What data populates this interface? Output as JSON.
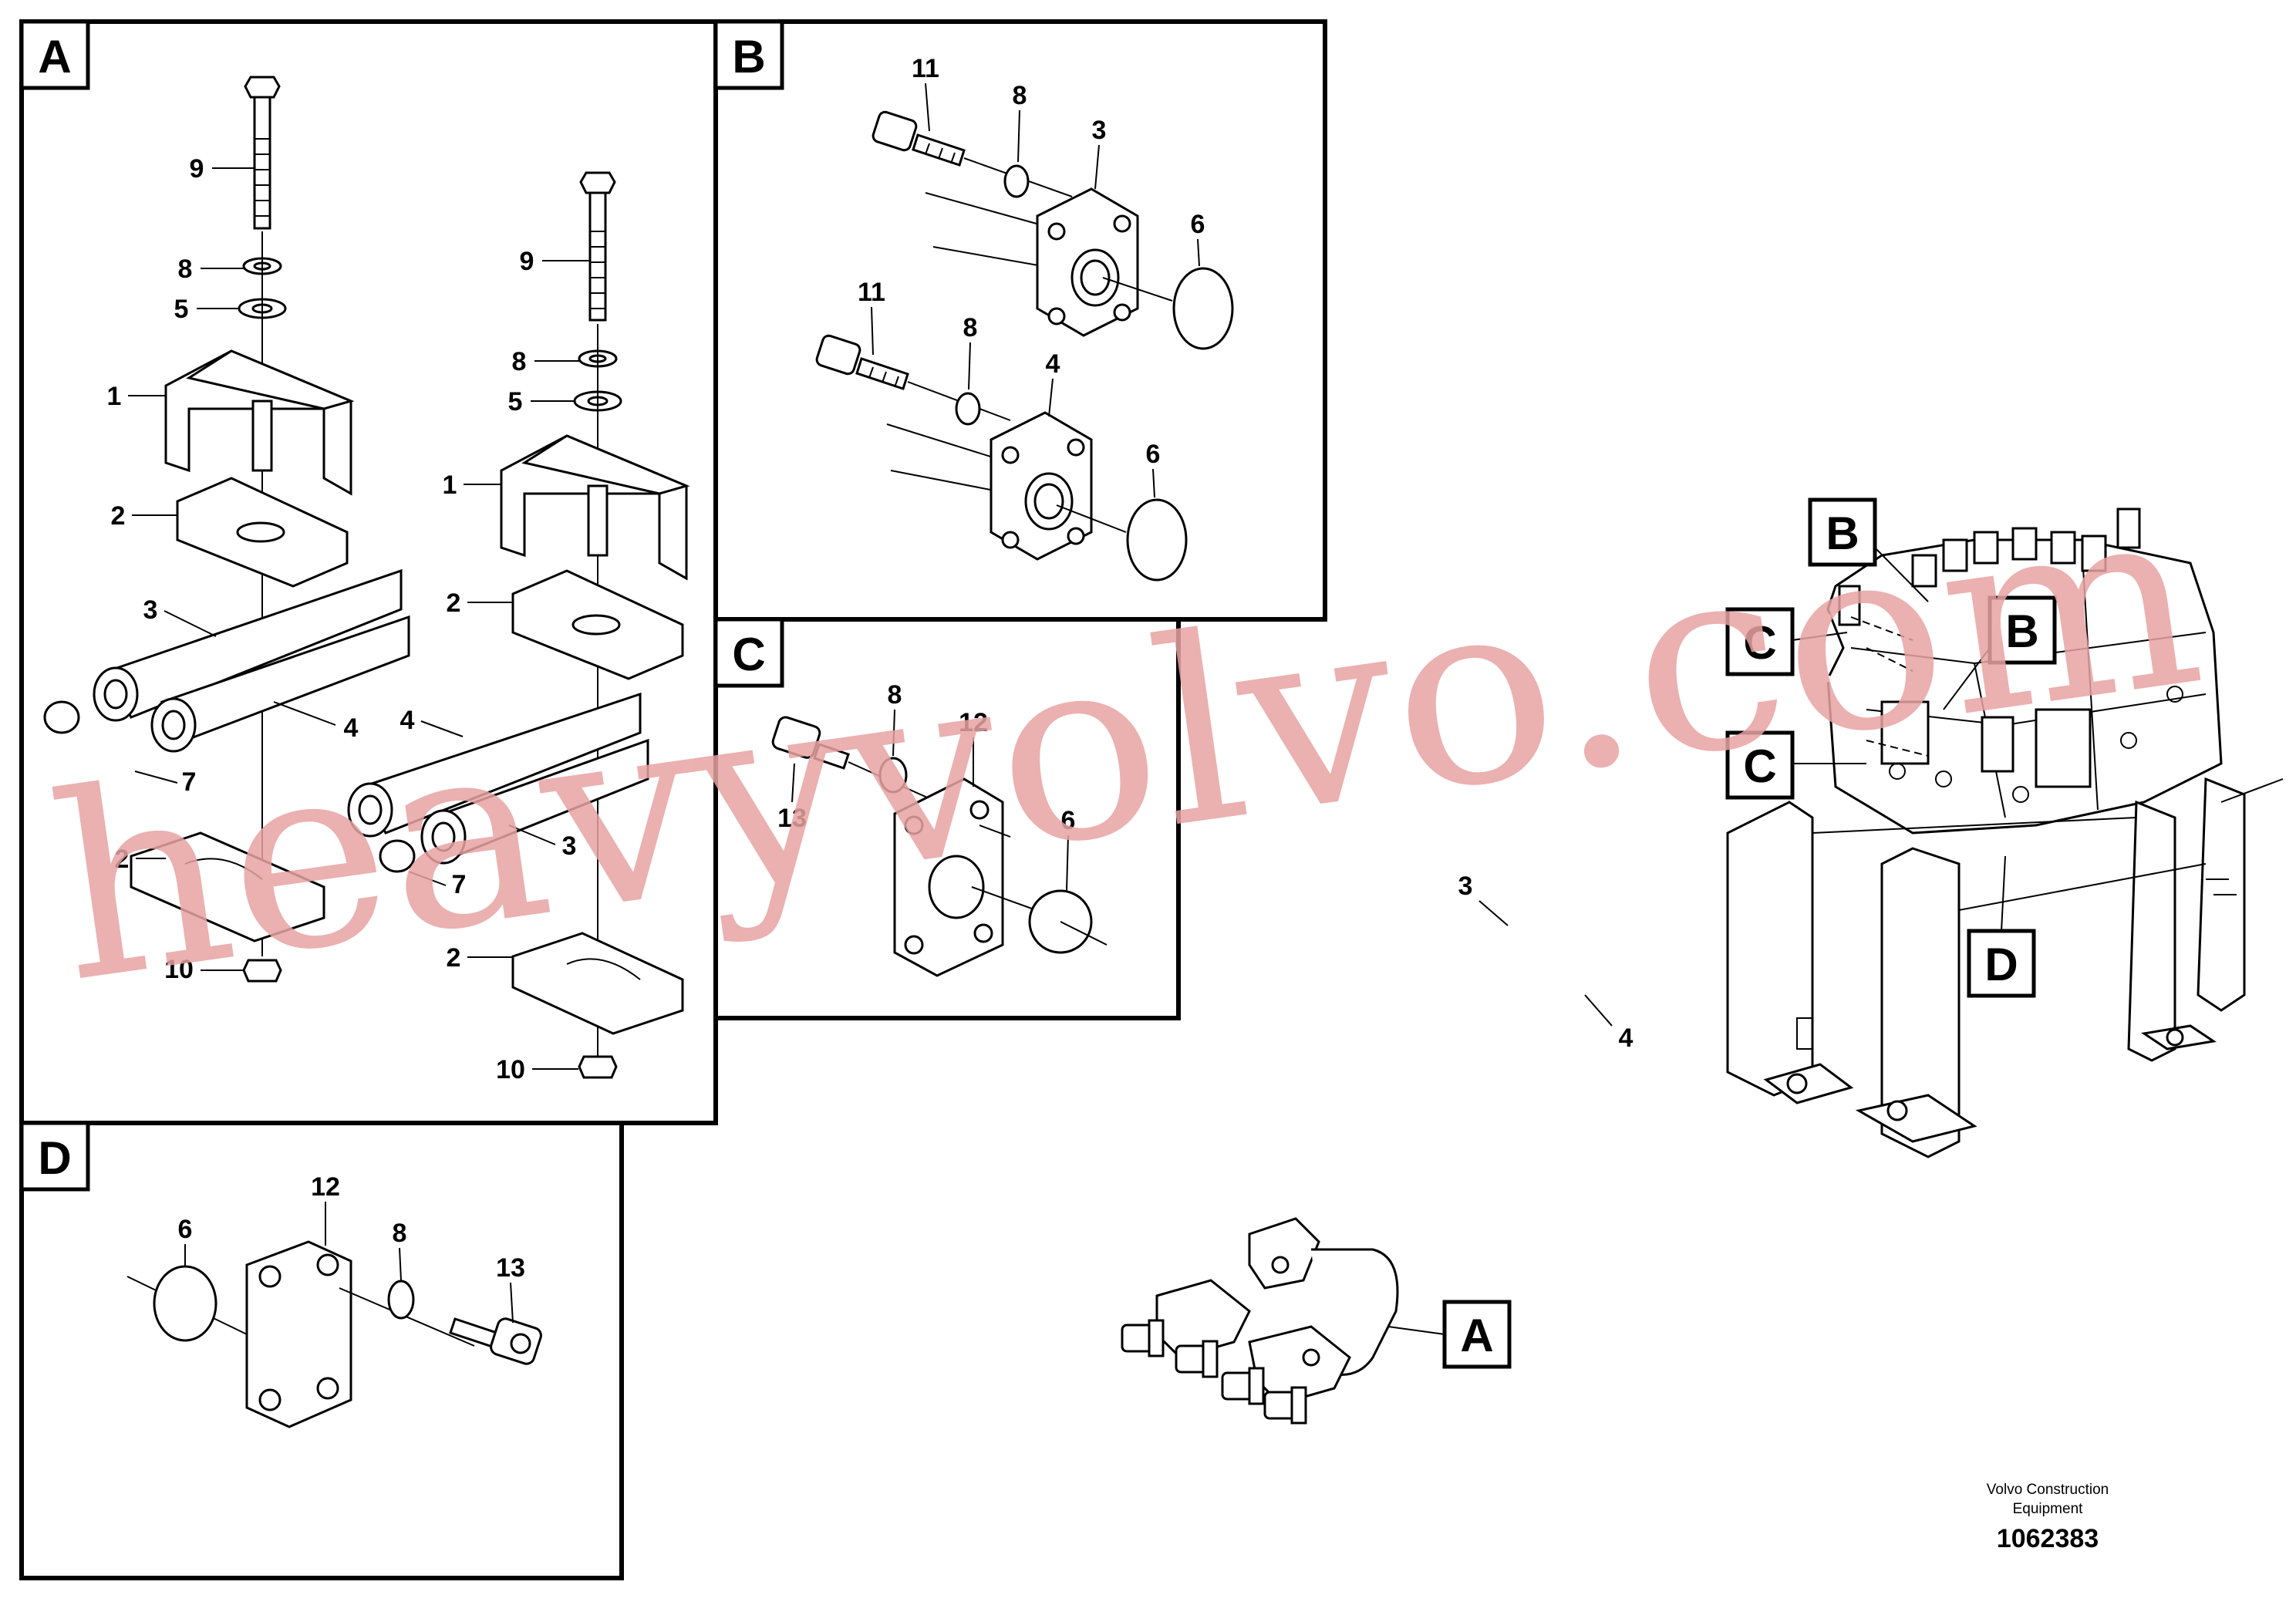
{
  "panels": {
    "A": {
      "tag": "A",
      "callouts": [
        "9",
        "8",
        "5",
        "1",
        "2",
        "3",
        "4",
        "7",
        "2",
        "10",
        "9",
        "8",
        "5",
        "1",
        "2",
        "4",
        "3",
        "7",
        "2",
        "10"
      ]
    },
    "B": {
      "tag": "B",
      "callouts": [
        "11",
        "8",
        "3",
        "6",
        "11",
        "8",
        "4",
        "6"
      ]
    },
    "C": {
      "tag": "C",
      "callouts": [
        "8",
        "12",
        "13",
        "6"
      ]
    },
    "D": {
      "tag": "D",
      "callouts": [
        "6",
        "12",
        "8",
        "13"
      ]
    }
  },
  "overview": {
    "tags": [
      "B",
      "B",
      "C",
      "C",
      "D",
      "A"
    ],
    "callouts": [
      "3",
      "4"
    ]
  },
  "watermark": "heavyvolvo.com",
  "footer": {
    "brand_line1": "Volvo Construction",
    "brand_line2": "Equipment",
    "drawing_number": "1062383"
  },
  "colors": {
    "line": "#000000",
    "watermark": "#e8a3a3",
    "background": "#ffffff"
  }
}
